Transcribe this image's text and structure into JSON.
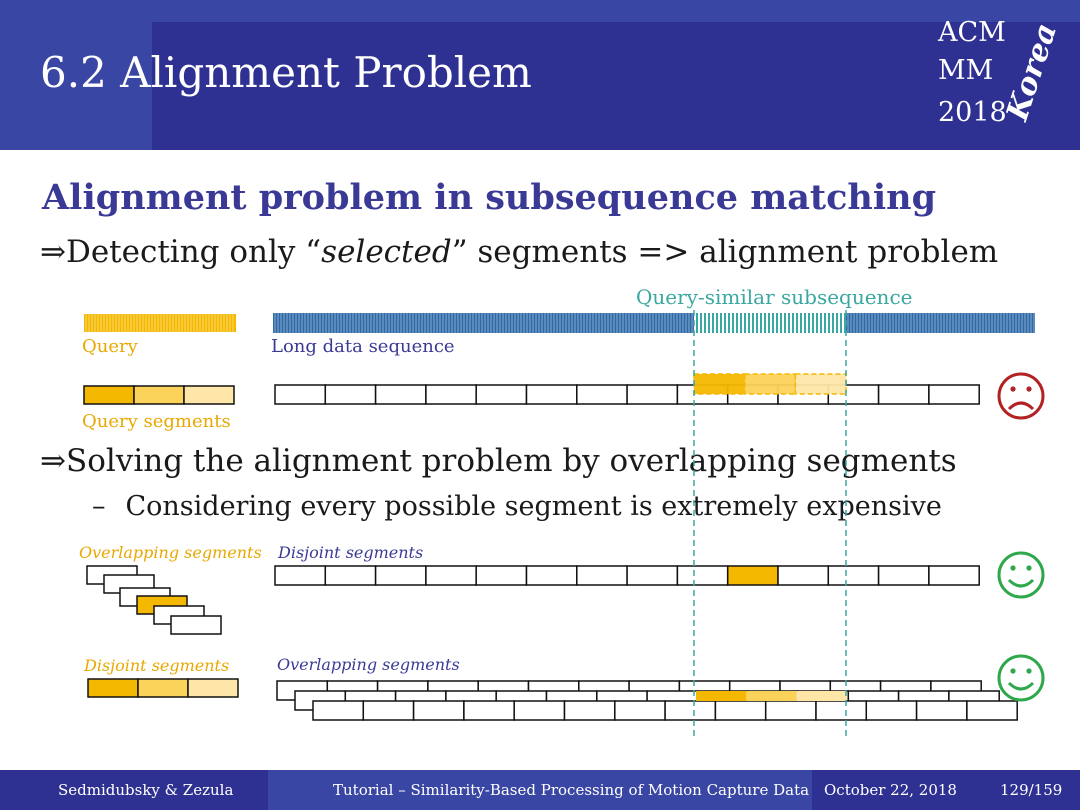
{
  "header": {
    "title": "6.2 Alignment Problem",
    "logo": {
      "line1": "ACM",
      "line2": "MM",
      "line3": "2018",
      "script": "Korea"
    }
  },
  "content": {
    "heading": "Alignment problem in subsequence matching",
    "bullet1": {
      "arrow": "⇒",
      "pre": "Detecting only “",
      "em": "selected",
      "post": "” segments => alignment problem"
    },
    "bullet2": {
      "arrow": "⇒",
      "text": "Solving the alignment problem by overlapping segments"
    },
    "sub_bullet": {
      "dash": "–",
      "text": "Considering every possible segment is extremely expensive"
    }
  },
  "diagram": {
    "label_query_similar": "Query-similar subsequence",
    "label_query": "Query",
    "label_long_seq": "Long data sequence",
    "label_query_segments": "Query segments",
    "label_overlapping_1": "Overlapping segments",
    "label_disjoint_1": "Disjoint segments",
    "label_disjoint_2": "Disjoint segments",
    "label_overlapping_2": "Overlapping segments",
    "faces": [
      "sad",
      "happy",
      "happy"
    ],
    "colors": {
      "gold": "#f5b800",
      "gold_mid": "#fbd25a",
      "gold_light": "#fde6a8",
      "navy": "#2e6aa8",
      "teal": "#3aa8a0",
      "sad": "#b22222",
      "happy": "#2ea84a"
    }
  },
  "footer": {
    "authors": "Sedmidubsky & Zezula",
    "tutorial": "Tutorial – Similarity-Based Processing of Motion Capture Data",
    "date": "October 22, 2018",
    "page": "129/159"
  }
}
